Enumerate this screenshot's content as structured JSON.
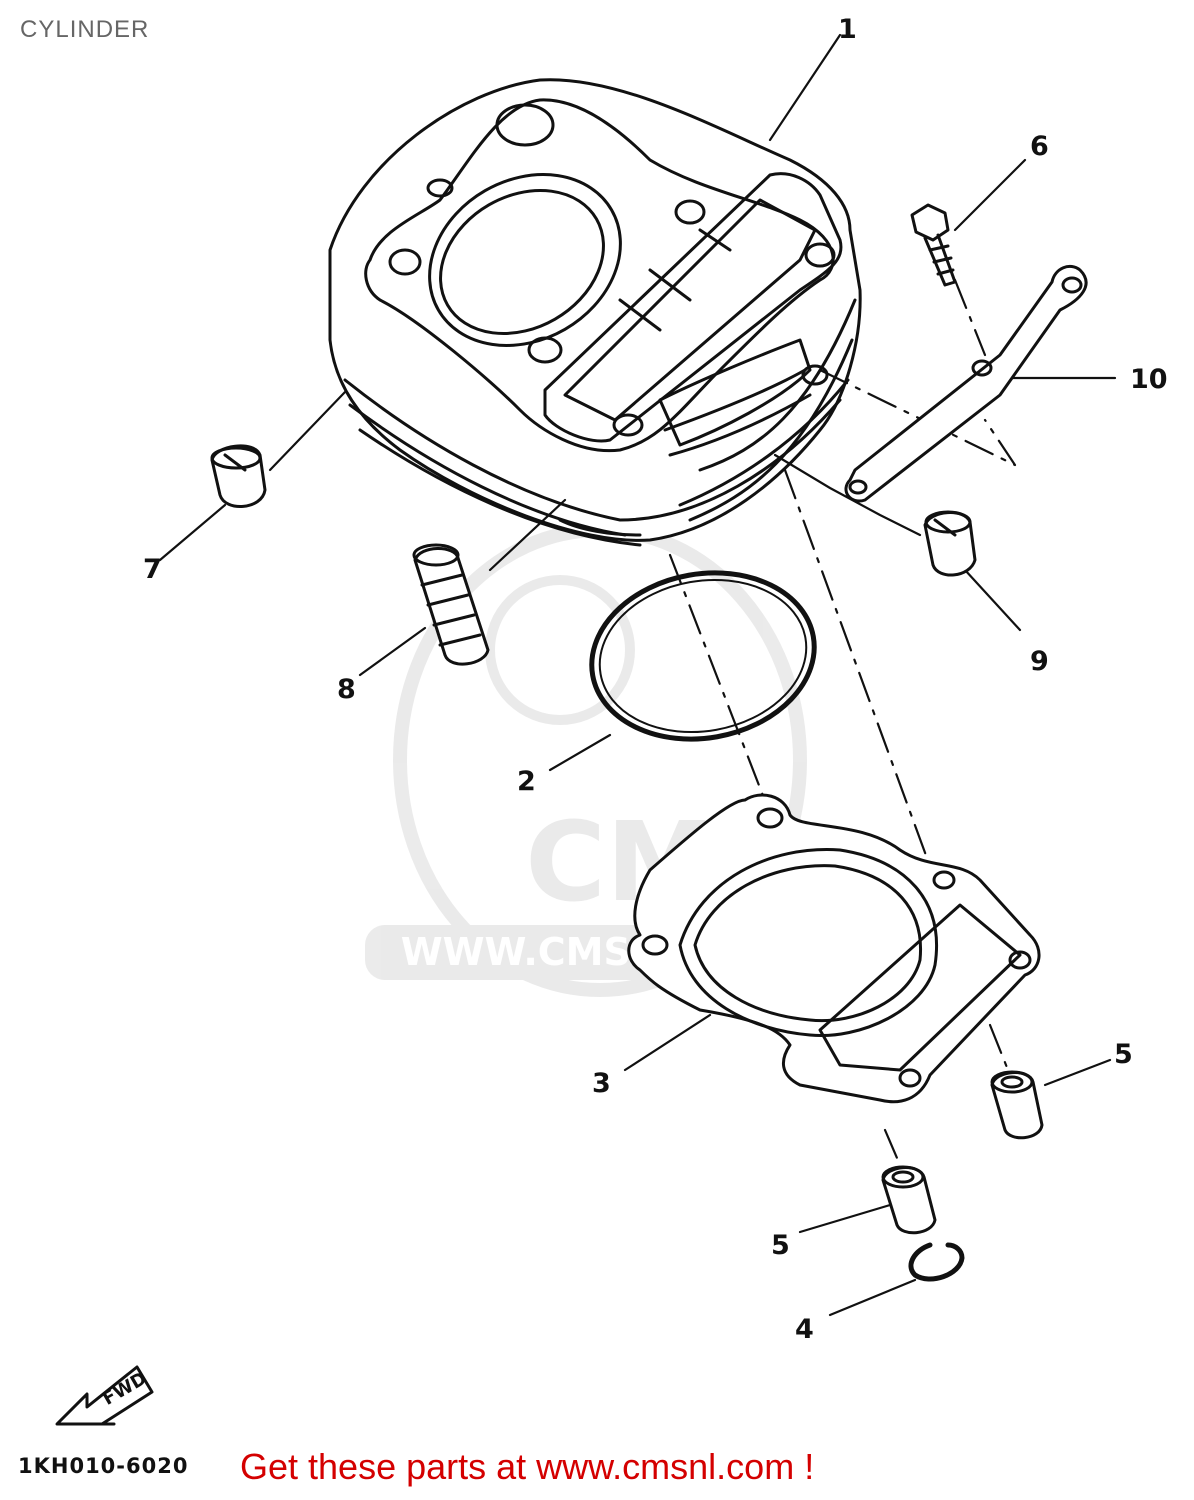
{
  "header": {
    "title": "CYLINDER"
  },
  "callouts": [
    {
      "id": "1",
      "text": "1"
    },
    {
      "id": "2",
      "text": "2"
    },
    {
      "id": "3",
      "text": "3"
    },
    {
      "id": "4",
      "text": "4"
    },
    {
      "id": "5a",
      "text": "5"
    },
    {
      "id": "5b",
      "text": "5"
    },
    {
      "id": "6",
      "text": "6"
    },
    {
      "id": "7",
      "text": "7"
    },
    {
      "id": "8",
      "text": "8"
    },
    {
      "id": "9",
      "text": "9"
    },
    {
      "id": "10",
      "text": "10"
    }
  ],
  "fwd_label": "FWD",
  "watermark": {
    "text": "WWW.CMSNL.COM",
    "logo": "CMS"
  },
  "footer": {
    "part_code": "1KH010-6020",
    "cta": "Get these parts at www.cmsnl.com !",
    "cta_color": "#d40000"
  },
  "colors": {
    "line": "#111111",
    "watermark": "#999999"
  }
}
